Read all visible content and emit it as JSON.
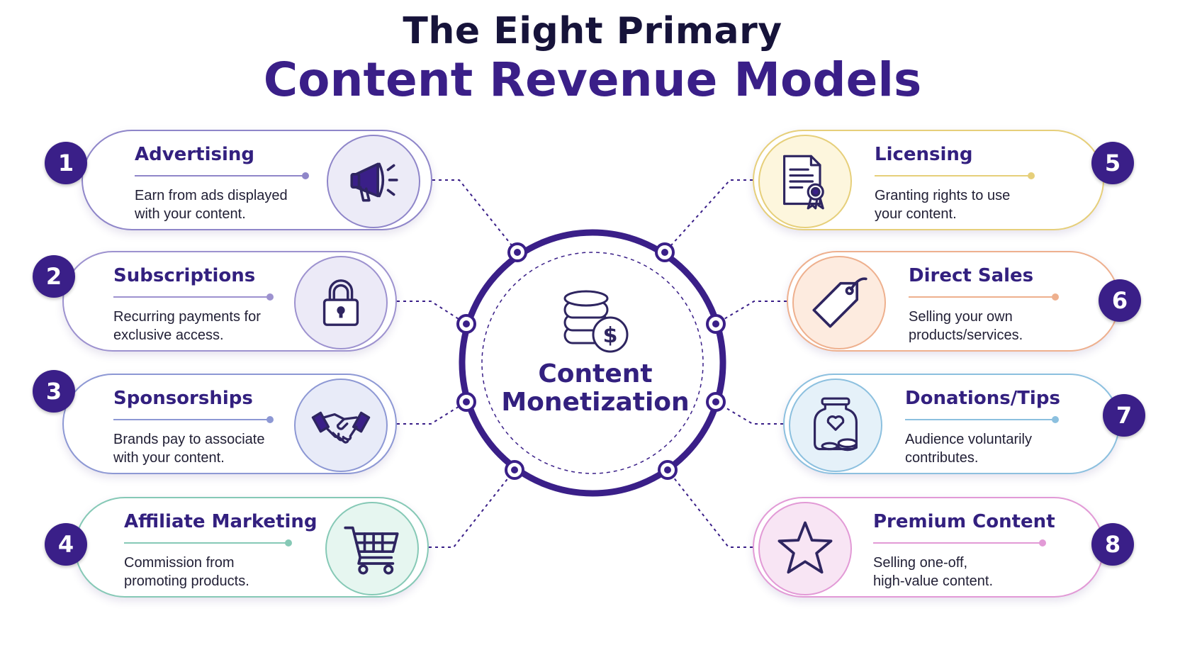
{
  "title": {
    "line1": "The Eight Primary",
    "line2": "Content Revenue Models"
  },
  "hub": {
    "line1": "Content",
    "line2": "Monetization"
  },
  "colors": {
    "brand": "#3a1f88",
    "title_dark": "#16133a"
  },
  "models": [
    {
      "number": "1",
      "title": "Advertising",
      "desc_line1": "Earn from ads displayed",
      "desc_line2": "with your content.",
      "icon": "megaphone-icon",
      "accent": "#8f86c9",
      "tint": "#ecebf7"
    },
    {
      "number": "2",
      "title": "Subscriptions",
      "desc_line1": "Recurring payments for",
      "desc_line2": "exclusive access.",
      "icon": "padlock-icon",
      "accent": "#9d92cf",
      "tint": "#eceaf7"
    },
    {
      "number": "3",
      "title": "Sponsorships",
      "desc_line1": "Brands pay to associate",
      "desc_line2": "with your content.",
      "icon": "handshake-icon",
      "accent": "#8d98d4",
      "tint": "#e8ebf8"
    },
    {
      "number": "4",
      "title": "Affiliate Marketing",
      "desc_line1": "Commission from",
      "desc_line2": "promoting products.",
      "icon": "shopping-cart-icon",
      "accent": "#86c9b6",
      "tint": "#e6f6f0"
    },
    {
      "number": "5",
      "title": "Licensing",
      "desc_line1": "Granting rights to use",
      "desc_line2": "your content.",
      "icon": "certificate-icon",
      "accent": "#e6cf7a",
      "tint": "#fdf6dd"
    },
    {
      "number": "6",
      "title": "Direct Sales",
      "desc_line1": "Selling your own",
      "desc_line2": "products/services.",
      "icon": "price-tag-icon",
      "accent": "#eeb08e",
      "tint": "#fdebdf"
    },
    {
      "number": "7",
      "title": "Donations/Tips",
      "desc_line1": "Audience voluntarily",
      "desc_line2": "contributes.",
      "icon": "tip-jar-icon",
      "accent": "#8cc0df",
      "tint": "#e5f1f9"
    },
    {
      "number": "8",
      "title": "Premium Content",
      "desc_line1": "Selling one-off,",
      "desc_line2": "high-value content.",
      "icon": "star-icon",
      "accent": "#e29ad6",
      "tint": "#f8e5f4"
    }
  ]
}
